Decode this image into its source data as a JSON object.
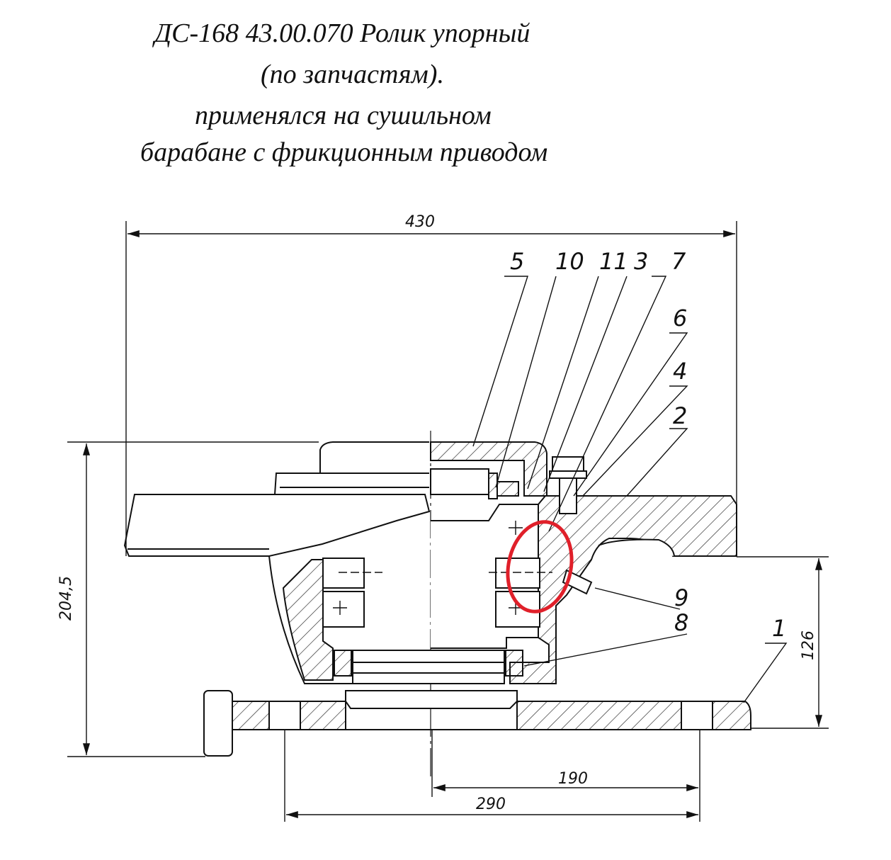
{
  "title": {
    "line1": "ДС-168 43.00.070 Ролик упорный",
    "line2": "(по запчастям).",
    "line3": "применялся на сушильном",
    "line4": "барабане с фрикционным приводом"
  },
  "dimensions": {
    "width_total": "430",
    "height_total": "204,5",
    "height_lower": "126",
    "bolt_offset": "190",
    "bolt_spacing": "290"
  },
  "callouts": [
    "5",
    "10",
    "11",
    "3",
    "7",
    "6",
    "4",
    "2",
    "9",
    "8",
    "1"
  ],
  "colors": {
    "line": "#111111",
    "highlight": "#e0202a"
  }
}
